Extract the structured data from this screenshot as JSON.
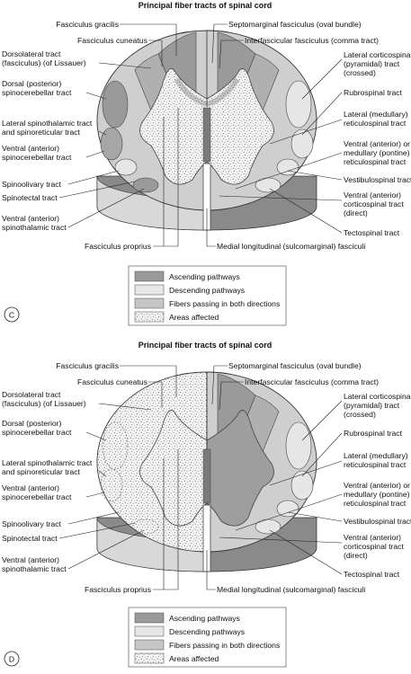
{
  "colors": {
    "ascending": "#9a9a9a",
    "descending": "#e6e6e6",
    "both": "#c6c6c6",
    "white_matter": "#bdbdbd",
    "gray_matter": "#7a7a7a",
    "affected": "#f2f2f2"
  },
  "panels": [
    {
      "title": "Principal fiber tracts of spinal cord",
      "tag": "C",
      "labels": {
        "gracilis": "Fasciculus gracilis",
        "cuneatus": "Fasciculus cuneatus",
        "septomarginal": "Septomarginal fasciculus (oval bundle)",
        "interfascicular": "Interfascicular fasciculus (comma tract)",
        "dorsolateral_1": "Dorsolateral tract",
        "dorsolateral_2": "(fasciculus) (of Lissauer)",
        "dorsal_scb_1": "Dorsal (posterior)",
        "dorsal_scb_2": "spinocerebellar tract",
        "lat_st_1": "Lateral spinothalamic tract",
        "lat_st_2": "and spinoreticular tract",
        "ventral_scb_1": "Ventral (anterior)",
        "ventral_scb_2": "spinocerebellar tract",
        "spinoolivary": "Spinoolivary tract",
        "spinotectal": "Spinotectal tract",
        "ventral_st_1": "Ventral (anterior)",
        "ventral_st_2": "spinothalamic tract",
        "fasc_proprius": "Fasciculus proprius",
        "medial_long": "Medial longitudinal (sulcomarginal) fasciculi",
        "lat_cst_1": "Lateral corticospinal",
        "lat_cst_2": "(pyramidal) tract",
        "lat_cst_3": "(crossed)",
        "rubrospinal": "Rubrospinal tract",
        "lat_rst_1": "Lateral (medullary)",
        "lat_rst_2": "reticulospinal tract",
        "ven_rst_1": "Ventral (anterior) or",
        "ven_rst_2": "medullary (pontine)",
        "ven_rst_3": "reticulospinal tract",
        "vestibulospinal": "Vestibulospinal tract",
        "ven_cst_1": "Ventral (anterior)",
        "ven_cst_2": "corticospinal tract",
        "ven_cst_3": "(direct)",
        "tectospinal": "Tectospinal tract"
      },
      "legend": [
        "Ascending pathways",
        "Descending pathways",
        "Fibers passing in both directions",
        "Areas affected"
      ]
    },
    {
      "title": "Principal fiber tracts of spinal cord",
      "tag": "D",
      "labels": {
        "gracilis": "Fasciculus gracilis",
        "cuneatus": "Fasciculus cuneatus",
        "septomarginal": "Septomarginal fasciculus (oval bundle)",
        "interfascicular": "Interfascicular fasciculus (comma tract)",
        "dorsolateral_1": "Dorsolateral tract",
        "dorsolateral_2": "(fasciculus) (of Lissauer)",
        "dorsal_scb_1": "Dorsal (posterior)",
        "dorsal_scb_2": "spinocerebellar tract",
        "lat_st_1": "Lateral spinothalamic tract",
        "lat_st_2": "and spinoreticular tract",
        "ventral_scb_1": "Ventral (anterior)",
        "ventral_scb_2": "spinocerebellar tract",
        "spinoolivary": "Spinoolivary tract",
        "spinotectal": "Spinotectal tract",
        "ventral_st_1": "Ventral (anterior)",
        "ventral_st_2": "spinothalamic tract",
        "fasc_proprius": "Fasciculus proprius",
        "medial_long": "Medial longitudinal (sulcomarginal) fasciculi",
        "lat_cst_1": "Lateral corticospinal",
        "lat_cst_2": "(pyramidal) tract",
        "lat_cst_3": "(crossed)",
        "rubrospinal": "Rubrospinal tract",
        "lat_rst_1": "Lateral (medullary)",
        "lat_rst_2": "reticulospinal tract",
        "ven_rst_1": "Ventral (anterior) or",
        "ven_rst_2": "medullary (pontine)",
        "ven_rst_3": "reticulospinal tract",
        "vestibulospinal": "Vestibulospinal tract",
        "ven_cst_1": "Ventral (anterior)",
        "ven_cst_2": "corticospinal tract",
        "ven_cst_3": "(direct)",
        "tectospinal": "Tectospinal tract"
      },
      "legend": [
        "Ascending pathways",
        "Descending pathways",
        "Fibers passing in both directions",
        "Areas affected"
      ]
    }
  ]
}
